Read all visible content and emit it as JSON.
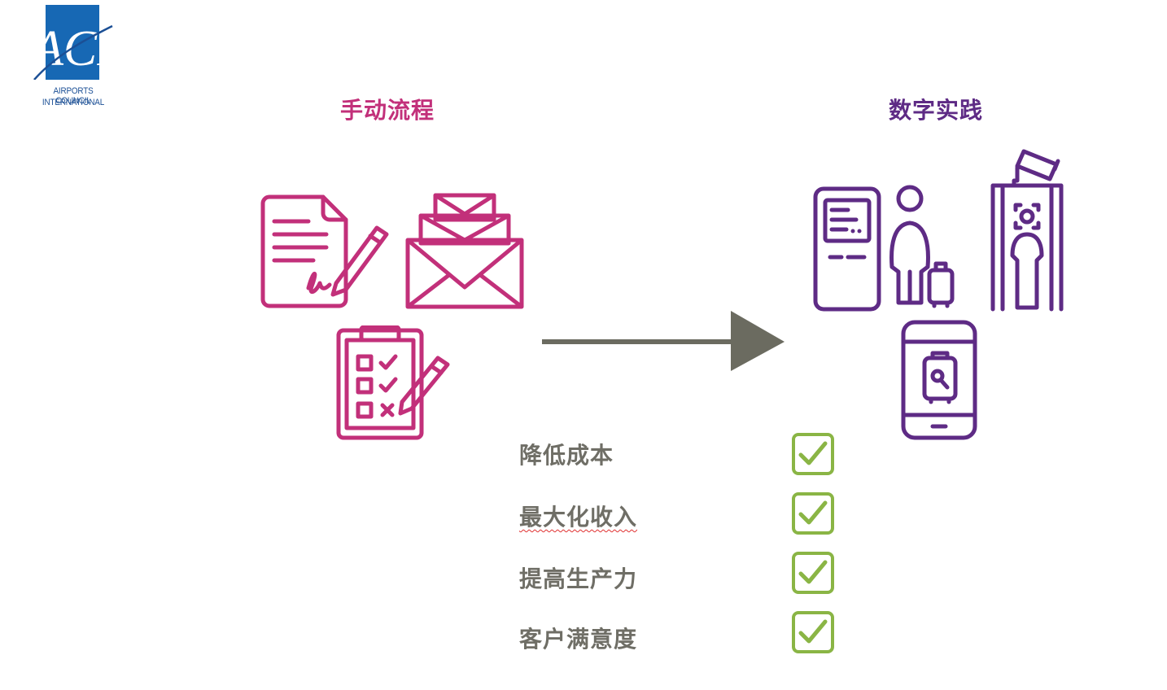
{
  "logo": {
    "mark": "ACI",
    "line1": "AIRPORTS COUNCIL",
    "line2": "INTERNATIONAL",
    "color": "#1768b4"
  },
  "headings": {
    "manual": "手动流程",
    "digital": "数字实践"
  },
  "colors": {
    "manual": "#c2307a",
    "digital": "#5e2b85",
    "arrow": "#6b6b60",
    "benefit_text": "#6f6e66",
    "check": "#8ab545"
  },
  "icons": {
    "manual": [
      "signed-document-icon",
      "envelopes-icon",
      "checklist-clipboard-icon"
    ],
    "digital": [
      "kiosk-icon",
      "traveler-with-luggage-icon",
      "security-camera-icon",
      "face-recognition-gate-icon",
      "mobile-baggage-app-icon"
    ]
  },
  "benefits": [
    {
      "label": "降低成本",
      "checked": true
    },
    {
      "label": "最大化收入",
      "checked": true
    },
    {
      "label": "提高生产力",
      "checked": true
    },
    {
      "label": "客户满意度",
      "checked": true
    }
  ]
}
